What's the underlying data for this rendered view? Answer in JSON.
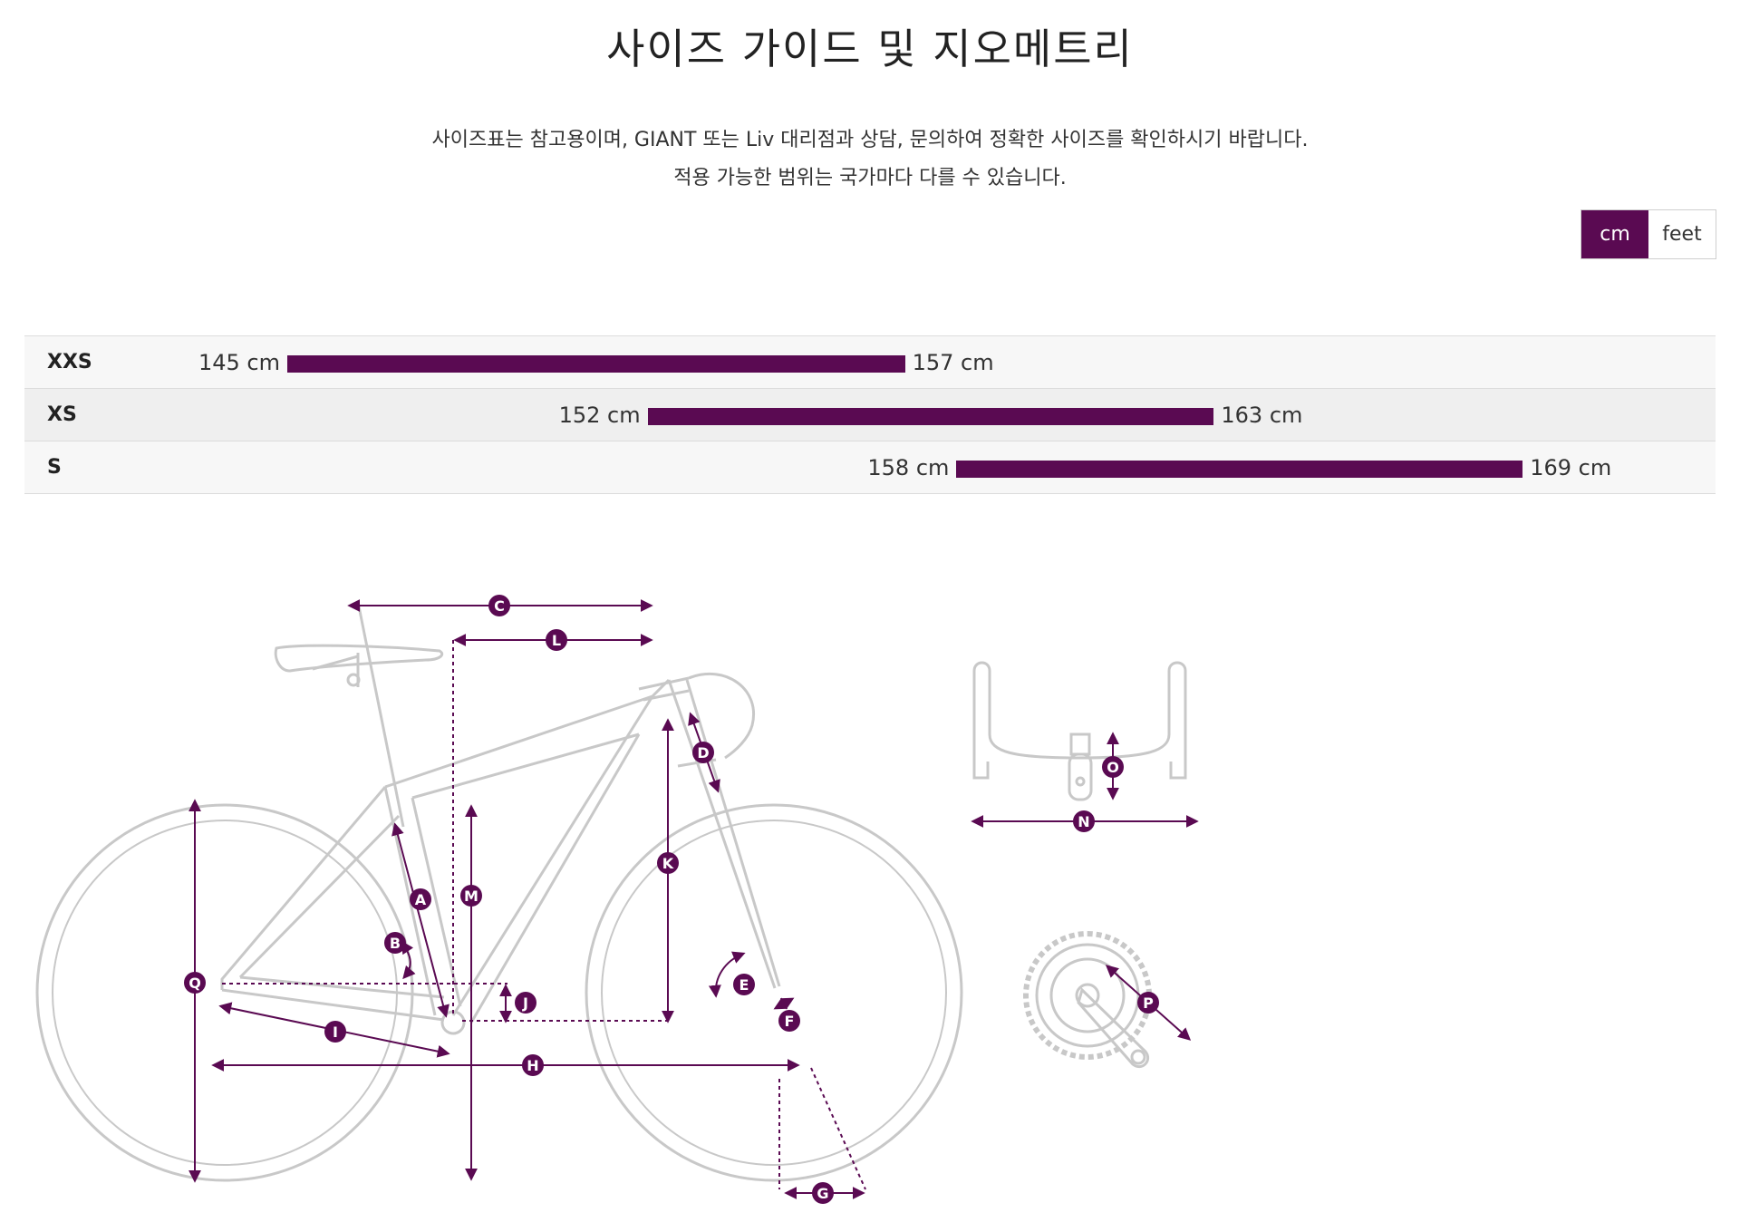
{
  "header": {
    "title": "사이즈 가이드 및 지오메트리"
  },
  "intro": {
    "line1": "사이즈표는 참고용이며, GIANT 또는 Liv 대리점과 상담, 문의하여 정확한 사이즈를 확인하시기 바랍니다.",
    "line2": "적용 가능한 범위는 국가마다 다를 수 있습니다."
  },
  "unit_toggle": {
    "options": [
      "cm",
      "feet"
    ],
    "selected": "cm"
  },
  "colors": {
    "accent": "#5a0a52",
    "frame_line": "#c8c8c8"
  },
  "size_chart": {
    "rows": [
      {
        "size": "XXS",
        "min": 145,
        "max": 157,
        "min_label": "145 cm",
        "max_label": "157 cm"
      },
      {
        "size": "XS",
        "min": 152,
        "max": 163,
        "min_label": "152 cm",
        "max_label": "163 cm"
      },
      {
        "size": "S",
        "min": 158,
        "max": 169,
        "min_label": "158 cm",
        "max_label": "169 cm"
      }
    ]
  },
  "geometry_diagram": {
    "labels": [
      "A",
      "B",
      "C",
      "D",
      "E",
      "F",
      "G",
      "H",
      "I",
      "J",
      "K",
      "L",
      "M",
      "N",
      "O",
      "P",
      "Q"
    ],
    "icons": [
      "bicycle-frame",
      "handlebar",
      "crankset"
    ]
  }
}
